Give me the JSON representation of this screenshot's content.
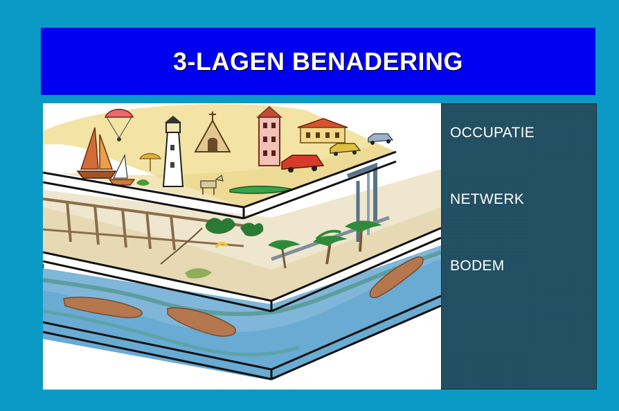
{
  "slide": {
    "title": "3-LAGEN BENADERING",
    "background_color": "#0b9ac6",
    "title_bar_color": "#0000f0",
    "legend_panel_color": "#1f4e62"
  },
  "legend": {
    "items": [
      {
        "label": "OCCUPATIE"
      },
      {
        "label": "NETWERK"
      },
      {
        "label": "BODEM"
      }
    ]
  },
  "illustration": {
    "layers": [
      "occupation-layer",
      "network-layer",
      "soil-layer"
    ],
    "icons": [
      "parachute-icon",
      "sailboat-icon",
      "lighthouse-icon",
      "church-icon",
      "tower-icon",
      "house-icon",
      "car-icon",
      "palm-tree-icon",
      "crocodile-icon",
      "goat-icon",
      "shrub-icon",
      "bridge-icon",
      "sandbank-icon"
    ]
  }
}
